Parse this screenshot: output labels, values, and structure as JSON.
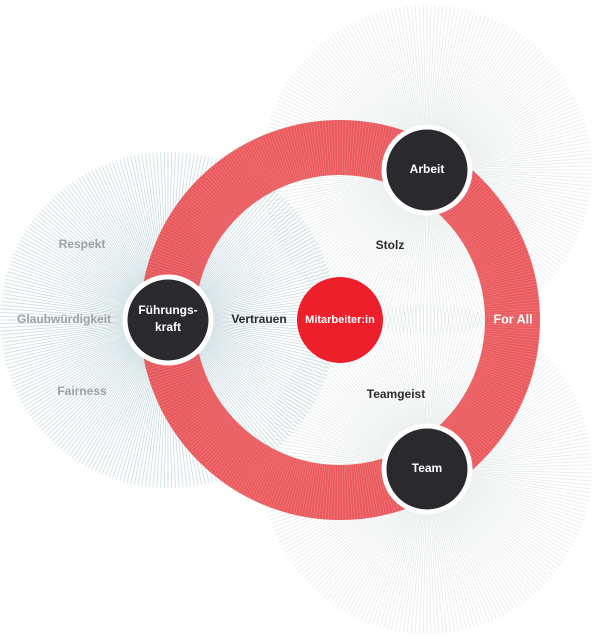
{
  "diagram": {
    "center": {
      "label": "Mitarbeiter:in"
    },
    "nodes": [
      {
        "id": "fuehrungskraft",
        "lines": [
          "Führungs-",
          "kraft"
        ]
      },
      {
        "id": "arbeit",
        "lines": [
          "Arbeit"
        ]
      },
      {
        "id": "team",
        "lines": [
          "Team"
        ]
      }
    ],
    "relations": {
      "vertrauen": "Vertrauen",
      "stolz": "Stolz",
      "teamgeist": "Teamgeist"
    },
    "ring_label": "For All",
    "trust_dimensions": [
      "Respekt",
      "Glaubwürdigkeit",
      "Fairness"
    ],
    "colors": {
      "ring": "#e8373c",
      "center": "#ec1f2a",
      "node": "#2a2a2e",
      "rays_teal": "#a9c4cb",
      "rays_grey": "#d3dada",
      "text_dark": "#2a2a2a",
      "text_grey": "#9aa3a6"
    }
  }
}
